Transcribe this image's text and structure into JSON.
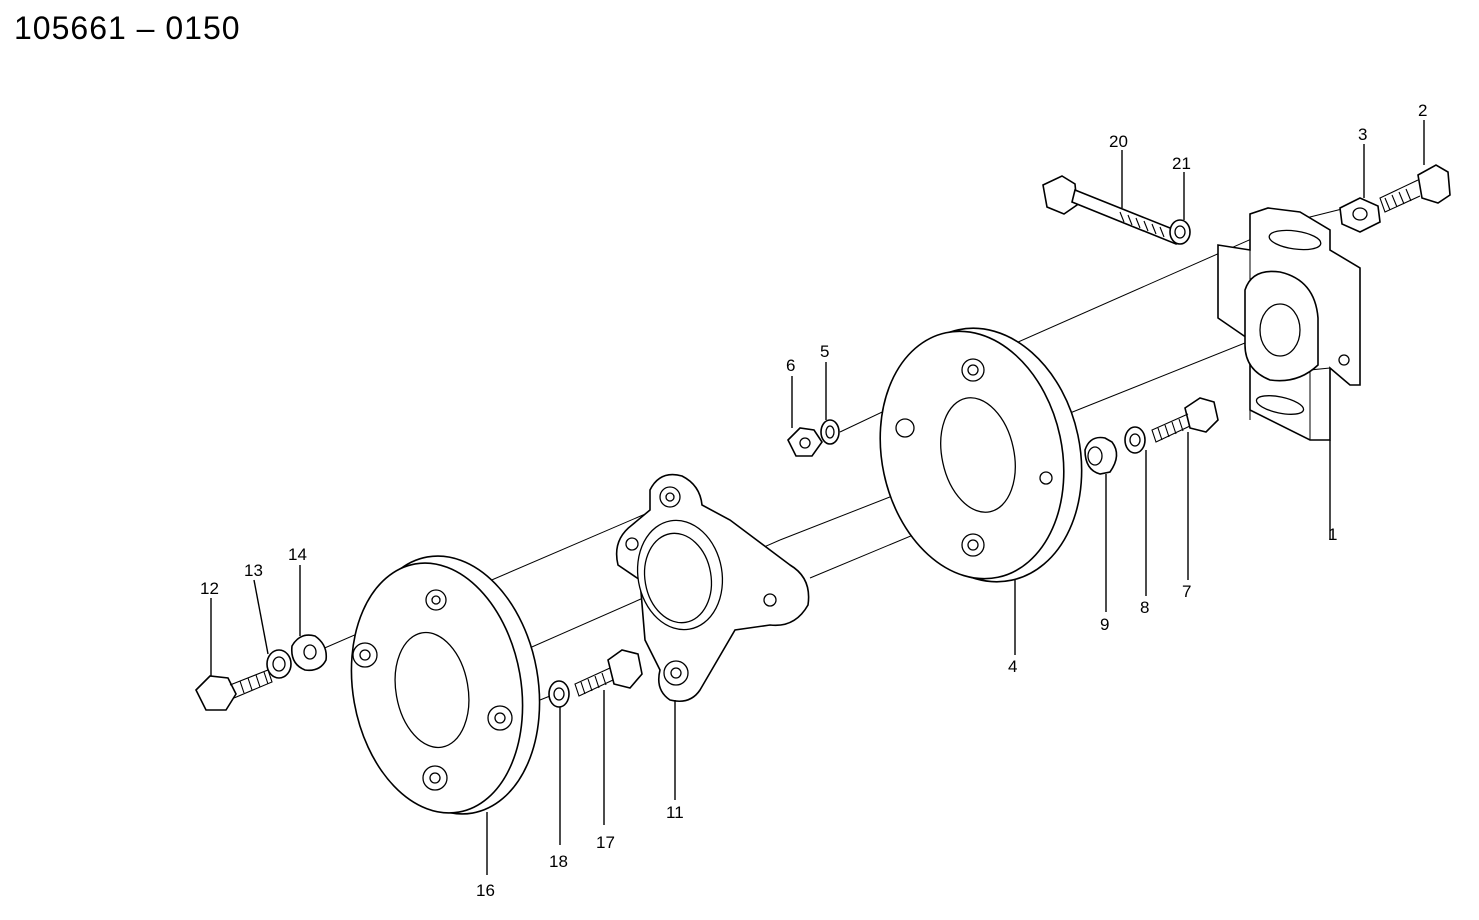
{
  "title": "105661 – 0150",
  "callouts": [
    {
      "id": "c1",
      "text": "1"
    },
    {
      "id": "c2",
      "text": "2"
    },
    {
      "id": "c3",
      "text": "3"
    },
    {
      "id": "c4",
      "text": "4"
    },
    {
      "id": "c5",
      "text": "5"
    },
    {
      "id": "c6",
      "text": "6"
    },
    {
      "id": "c7",
      "text": "7"
    },
    {
      "id": "c8",
      "text": "8"
    },
    {
      "id": "c9",
      "text": "9"
    },
    {
      "id": "c11",
      "text": "11"
    },
    {
      "id": "c12",
      "text": "12"
    },
    {
      "id": "c13",
      "text": "13"
    },
    {
      "id": "c14",
      "text": "14"
    },
    {
      "id": "c16",
      "text": "16"
    },
    {
      "id": "c17",
      "text": "17"
    },
    {
      "id": "c18",
      "text": "18"
    },
    {
      "id": "c20",
      "text": "20"
    },
    {
      "id": "c21",
      "text": "21"
    }
  ]
}
